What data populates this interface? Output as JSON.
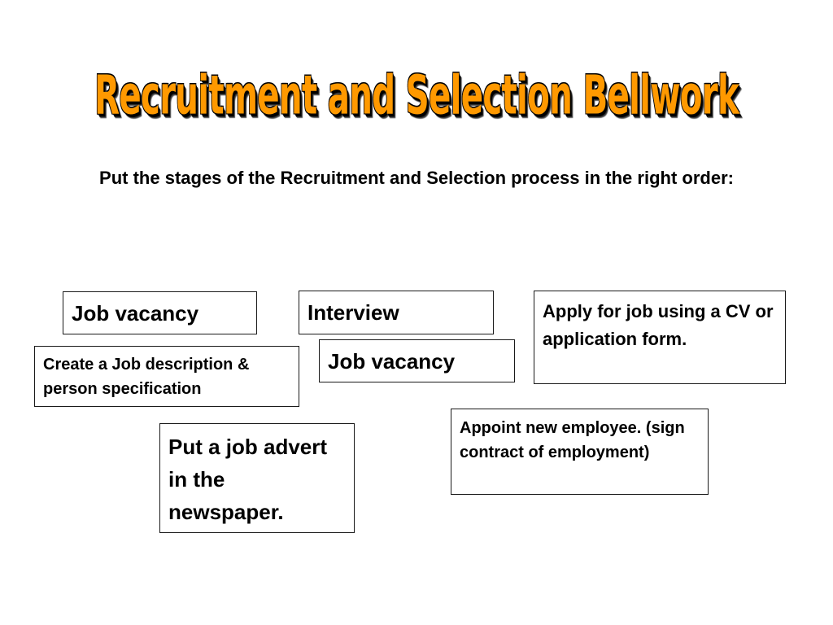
{
  "slide": {
    "title": "Recruitment and Selection Bellwork",
    "instruction": "Put the stages of the Recruitment and Selection process in the right order:",
    "cards": {
      "job_vacancy_1": "Job vacancy",
      "interview": "Interview",
      "apply": "Apply for job using a CV or application form.",
      "job_description": "Create a Job description & person specification",
      "job_vacancy_2": "Job vacancy",
      "job_advert": "Put a job advert in the newspaper.",
      "appoint": "Appoint new employee. (sign contract of employment)"
    }
  },
  "colors": {
    "title": "#ff9900",
    "title_shadow": "#000000",
    "background": "#ffffff",
    "border": "#1a1a1a"
  }
}
